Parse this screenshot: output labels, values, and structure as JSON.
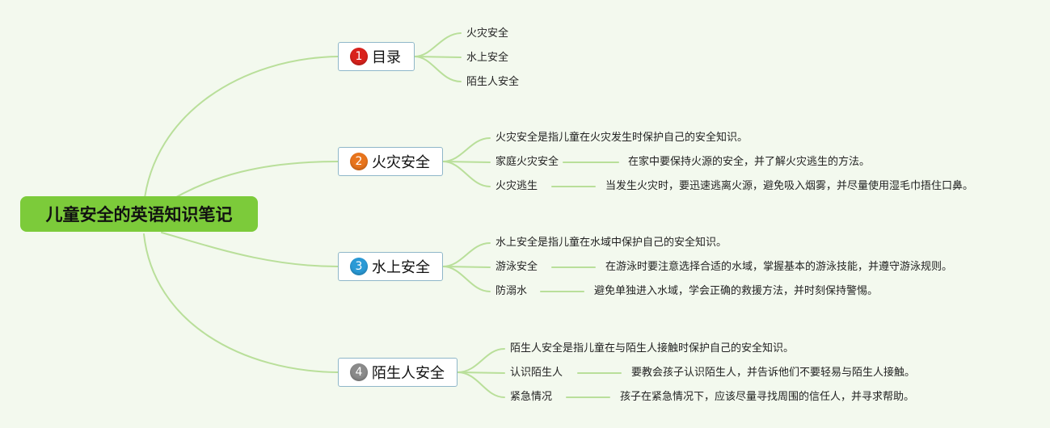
{
  "root": {
    "title": "儿童安全的英语知识笔记",
    "color": "#7ccb3a"
  },
  "line_color": "#b9df9a",
  "topics": [
    {
      "number": "1",
      "label": "目录",
      "badge_color": "#d9221c",
      "items": [
        {
          "label": "火灾安全"
        },
        {
          "label": "水上安全"
        },
        {
          "label": "陌生人安全"
        }
      ]
    },
    {
      "number": "2",
      "label": "火灾安全",
      "badge_color": "#e8741c",
      "items": [
        {
          "label": "火灾安全是指儿童在火灾发生时保护自己的安全知识。"
        },
        {
          "label": "家庭火灾安全",
          "detail": "在家中要保持火源的安全，并了解火灾逃生的方法。"
        },
        {
          "label": "火灾逃生",
          "detail": "当发生火灾时，要迅速逃离火源，避免吸入烟雾，并尽量使用湿毛巾捂住口鼻。"
        }
      ]
    },
    {
      "number": "3",
      "label": "水上安全",
      "badge_color": "#2a9ad6",
      "items": [
        {
          "label": "水上安全是指儿童在水域中保护自己的安全知识。"
        },
        {
          "label": "游泳安全",
          "detail": "在游泳时要注意选择合适的水域，掌握基本的游泳技能，并遵守游泳规则。"
        },
        {
          "label": "防溺水",
          "detail": "避免单独进入水域，学会正确的救援方法，并时刻保持警惕。"
        }
      ]
    },
    {
      "number": "4",
      "label": "陌生人安全",
      "badge_color": "#8a8a8a",
      "items": [
        {
          "label": "陌生人安全是指儿童在与陌生人接触时保护自己的安全知识。"
        },
        {
          "label": "认识陌生人",
          "detail": "要教会孩子认识陌生人，并告诉他们不要轻易与陌生人接触。"
        },
        {
          "label": "紧急情况",
          "detail": "孩子在紧急情况下，应该尽量寻找周围的信任人，并寻求帮助。"
        }
      ]
    }
  ]
}
